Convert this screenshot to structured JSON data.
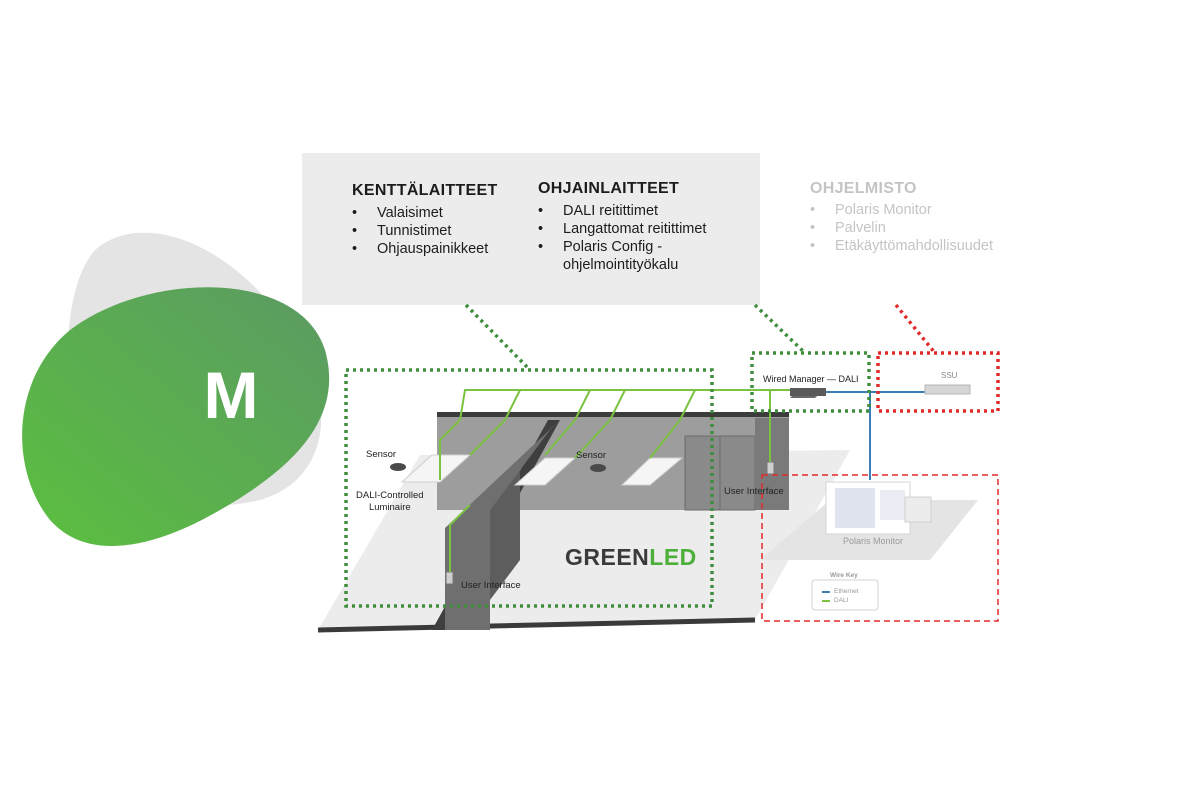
{
  "logo": {
    "letter": "M"
  },
  "columns": {
    "field": {
      "title": "KENTTÄLAITTEET",
      "items": [
        "Valaisimet",
        "Tunnistimet",
        "Ohjauspainikkeet"
      ]
    },
    "control": {
      "title": "OHJAINLAITTEET",
      "items": [
        "DALI reitittimet",
        "Langattomat reitittimet",
        "Polaris Config -\nohjelmointityökalu"
      ]
    },
    "software": {
      "title": "OHJELMISTO",
      "items": [
        "Polaris Monitor",
        "Palvelin",
        "Etäkäyttömahdollisuudet"
      ]
    }
  },
  "labels": {
    "sensor_left": "Sensor",
    "sensor_right": "Sensor",
    "luminaire": "DALI-Controlled\nLuminaire",
    "user_interface_right": "User Interface",
    "user_interface_bottom": "User Interface",
    "wired_manager": "Wired Manager — DALI",
    "ssu": "SSU",
    "monitor": "Polaris Monitor",
    "wire_key_title": "Wire Key",
    "wire_key_ethernet": "Ethernet",
    "wire_key_dali": "DALI"
  },
  "brand": {
    "green": "GREEN",
    "led": "LED"
  },
  "colors": {
    "green_dark": "#3e8e3e",
    "green_wire": "#7cc242",
    "red": "#e02a2a",
    "blue": "#3b7fb8",
    "logo_green": "#4cae3e"
  }
}
